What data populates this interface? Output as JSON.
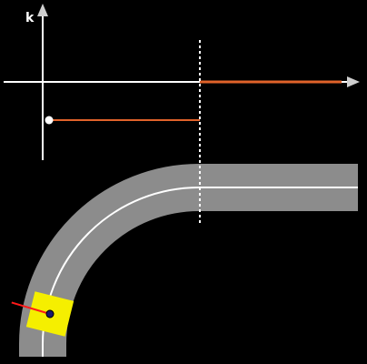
{
  "plot": {
    "y_axis_label": "k"
  },
  "colors": {
    "background": "#000000",
    "axis": "#ffffff",
    "curvature": "#e0622a",
    "road": "#8c8c8c",
    "road_centerline": "#ffffff",
    "transition_marker": "#ffffff",
    "vehicle_body": "#f5ef00",
    "vehicle_center": "#1a1a6e",
    "heading_indicator": "#ff1a1a"
  },
  "curvature_profile": {
    "segments": [
      {
        "name": "curve",
        "curvature": -1
      },
      {
        "name": "straight",
        "curvature": 0
      }
    ]
  }
}
